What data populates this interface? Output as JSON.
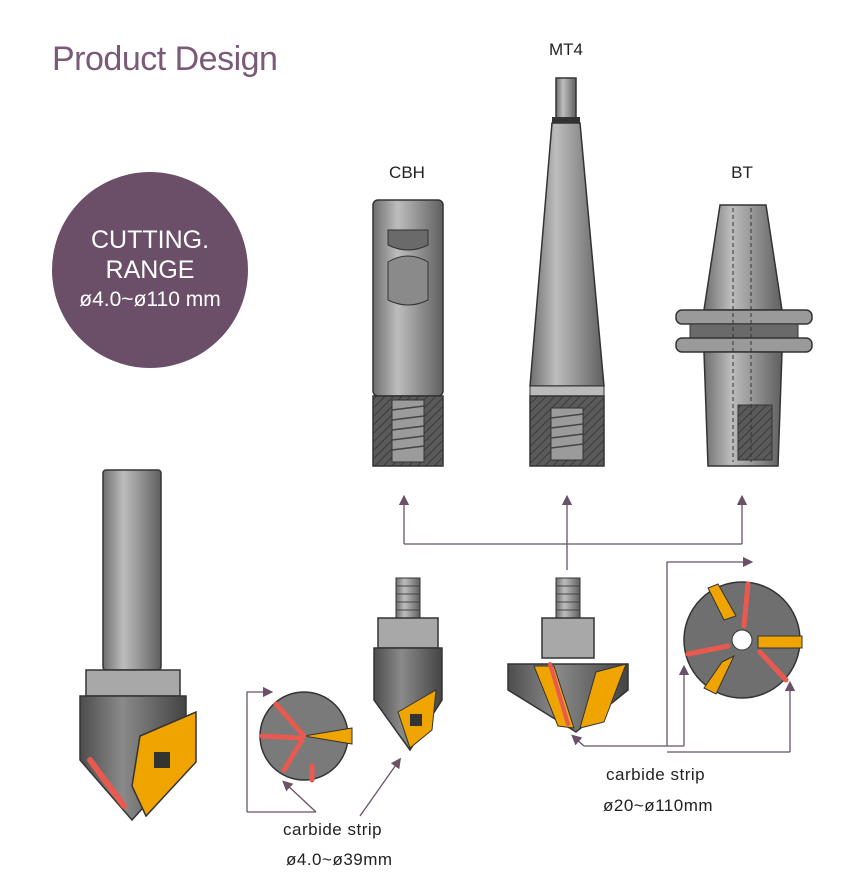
{
  "title": "Product Design",
  "badge": {
    "line1": "CUTTING.",
    "line2": "RANGE",
    "line3": "ø4.0~ø110 mm"
  },
  "holders": [
    {
      "label": "CBH"
    },
    {
      "label": "MT4"
    },
    {
      "label": "BT"
    }
  ],
  "captions": {
    "small": {
      "label": "carbide strip",
      "range": "ø4.0~ø39mm"
    },
    "large": {
      "label": "carbide strip",
      "range": "ø20~ø110mm"
    }
  },
  "colors": {
    "accent": "#6b4f68",
    "insert": "#f0a400",
    "carbide_strip": "#e85a4f",
    "steel": "#8f8f8f",
    "arrow": "#6b5168"
  }
}
